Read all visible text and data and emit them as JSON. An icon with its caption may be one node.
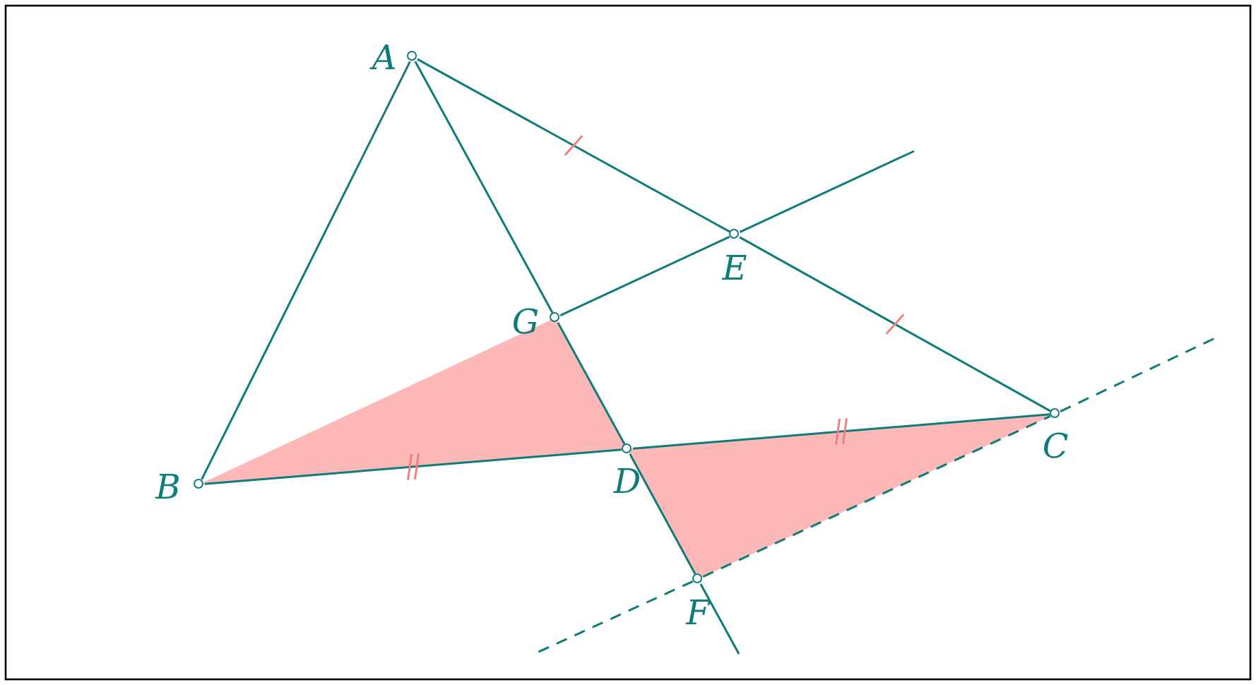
{
  "diagram": {
    "nodes": [
      {
        "text": [],
        "shape": "circle",
        "beside": [
          "A"
        ]
      },
      {
        "text": [],
        "shape": "circle",
        "beside": [
          "B"
        ]
      },
      {
        "text": [],
        "shape": "circle",
        "beside": [
          "C"
        ]
      },
      {
        "text": [],
        "shape": "circle",
        "beside": [
          "D"
        ]
      },
      {
        "text": [],
        "shape": "circle",
        "beside": [
          "E"
        ]
      },
      {
        "text": [],
        "shape": "circle",
        "beside": [
          "F"
        ]
      },
      {
        "text": [],
        "shape": "circle",
        "beside": [
          "G"
        ]
      }
    ],
    "edges": [
      {
        "from": 0,
        "to": 1,
        "arrow": "none"
      },
      {
        "from": 0,
        "to": 4,
        "arrow": "none"
      },
      {
        "from": 4,
        "to": 2,
        "arrow": "none"
      },
      {
        "from": 0,
        "to": 6,
        "arrow": "none"
      },
      {
        "from": 6,
        "to": 3,
        "arrow": "none"
      },
      {
        "from": 3,
        "to": 5,
        "arrow": "none"
      },
      {
        "from": 1,
        "to": 3,
        "arrow": "none"
      },
      {
        "from": 3,
        "to": 2,
        "arrow": "none"
      },
      {
        "from": 6,
        "to": 4,
        "arrow": "none"
      },
      {
        "from": 5,
        "to": 2,
        "arrow": "none",
        "style": "dashed"
      },
      {
        "from": 4,
        "to": null,
        "arrow": "none"
      },
      {
        "from": 5,
        "to": null,
        "arrow": "none"
      },
      {
        "from": 5,
        "to": null,
        "arrow": "none",
        "style": "dashed"
      },
      {
        "from": 2,
        "to": null,
        "arrow": "none",
        "style": "dashed"
      }
    ]
  }
}
